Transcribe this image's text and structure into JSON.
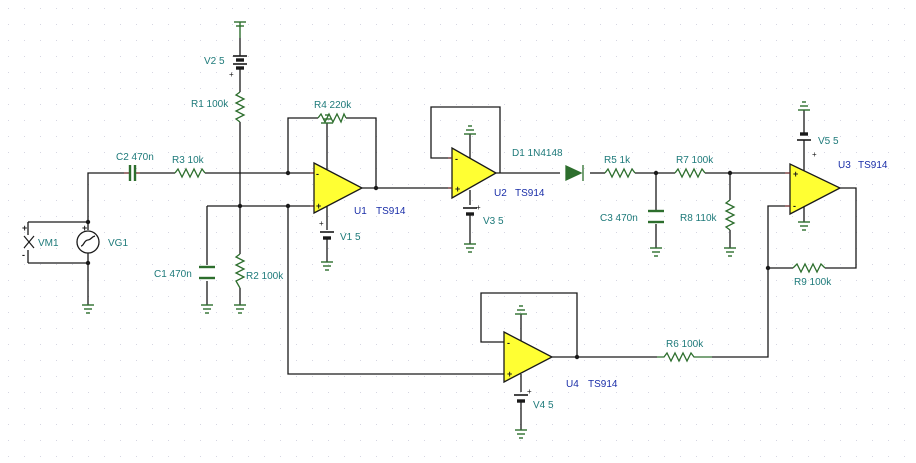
{
  "components": {
    "vm1": {
      "label": "VM1"
    },
    "vg1": {
      "label": "VG1"
    },
    "c2": {
      "label": "C2 470n"
    },
    "r3": {
      "label": "R3 10k"
    },
    "v2": {
      "label": "V2 5"
    },
    "r1": {
      "label": "R1 100k"
    },
    "r4": {
      "label": "R4 220k"
    },
    "c1": {
      "label": "C1 470n"
    },
    "r2": {
      "label": "R2 100k"
    },
    "u1": {
      "label": "U1",
      "part": "TS914"
    },
    "v1": {
      "label": "V1 5"
    },
    "u2": {
      "label": "U2",
      "part": "TS914"
    },
    "v3": {
      "label": "V3 5"
    },
    "d1": {
      "label": "D1 1N4148"
    },
    "r5": {
      "label": "R5 1k"
    },
    "c3": {
      "label": "C3 470n"
    },
    "r7": {
      "label": "R7 100k"
    },
    "r8": {
      "label": "R8 110k"
    },
    "v5": {
      "label": "V5 5"
    },
    "u3": {
      "label": "U3",
      "part": "TS914"
    },
    "r9": {
      "label": "R9 100k"
    },
    "u4": {
      "label": "U4",
      "part": "TS914"
    },
    "v4": {
      "label": "V4 5"
    },
    "r6": {
      "label": "R6 100k"
    }
  },
  "signs": {
    "plus": "+",
    "minus": "-"
  },
  "colors": {
    "opamp_fill": "#ffff33",
    "component": "#2d6e2d",
    "label": "#1e7a7a",
    "part_label": "#1a2ea8",
    "wire": "#1a1a1a"
  }
}
